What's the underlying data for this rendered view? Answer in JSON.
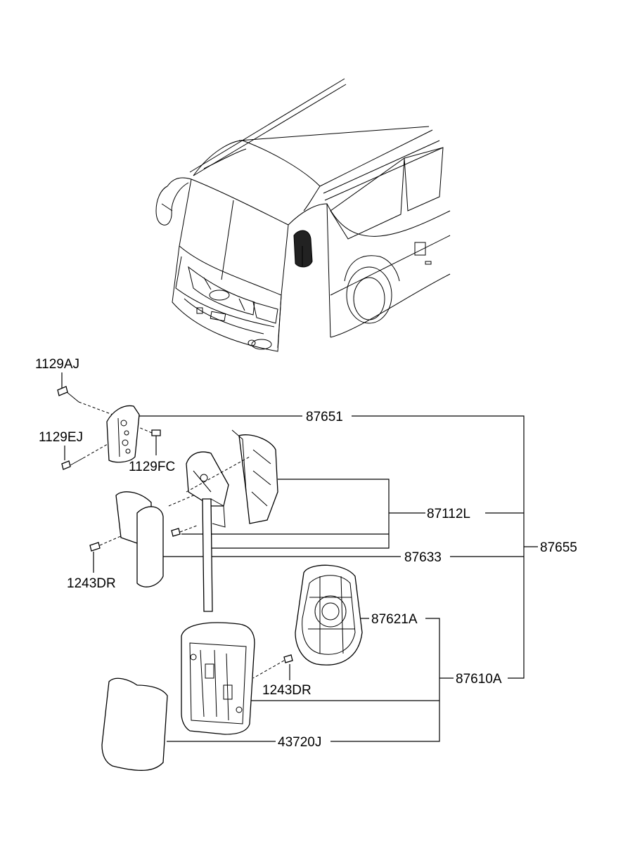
{
  "labels": {
    "p1129AJ": "1129AJ",
    "p1129EJ": "1129EJ",
    "p1129FC": "1129FC",
    "p1243DR_a": "1243DR",
    "p1243DR_b": "1243DR",
    "p87651": "87651",
    "p87112L": "87112L",
    "p87633": "87633",
    "p87655": "87655",
    "p87621A": "87621A",
    "p87610A": "87610A",
    "p43720J": "43720J"
  }
}
